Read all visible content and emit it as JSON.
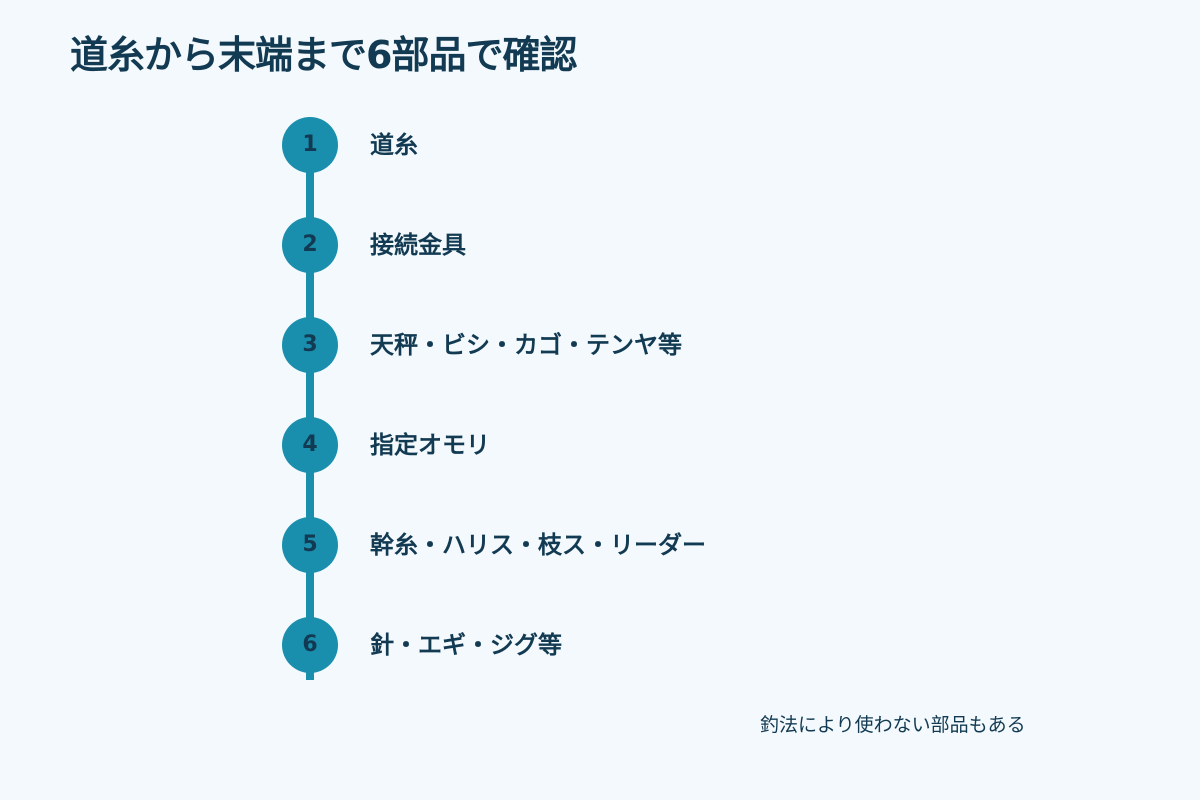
{
  "title": "道糸から末端まで6部品で確認",
  "steps": [
    {
      "number": "1",
      "label": "道糸"
    },
    {
      "number": "2",
      "label": "接続金具"
    },
    {
      "number": "3",
      "label": "天秤・ビシ・カゴ・テンヤ等"
    },
    {
      "number": "4",
      "label": "指定オモリ"
    },
    {
      "number": "5",
      "label": "幹糸・ハリス・枝ス・リーダー"
    },
    {
      "number": "6",
      "label": "針・エギ・ジグ等"
    }
  ],
  "note": "釣法により使わない部品もある",
  "colors": {
    "background": "#f3f9fc",
    "accent": "#1a8fad",
    "text": "#123a52"
  }
}
